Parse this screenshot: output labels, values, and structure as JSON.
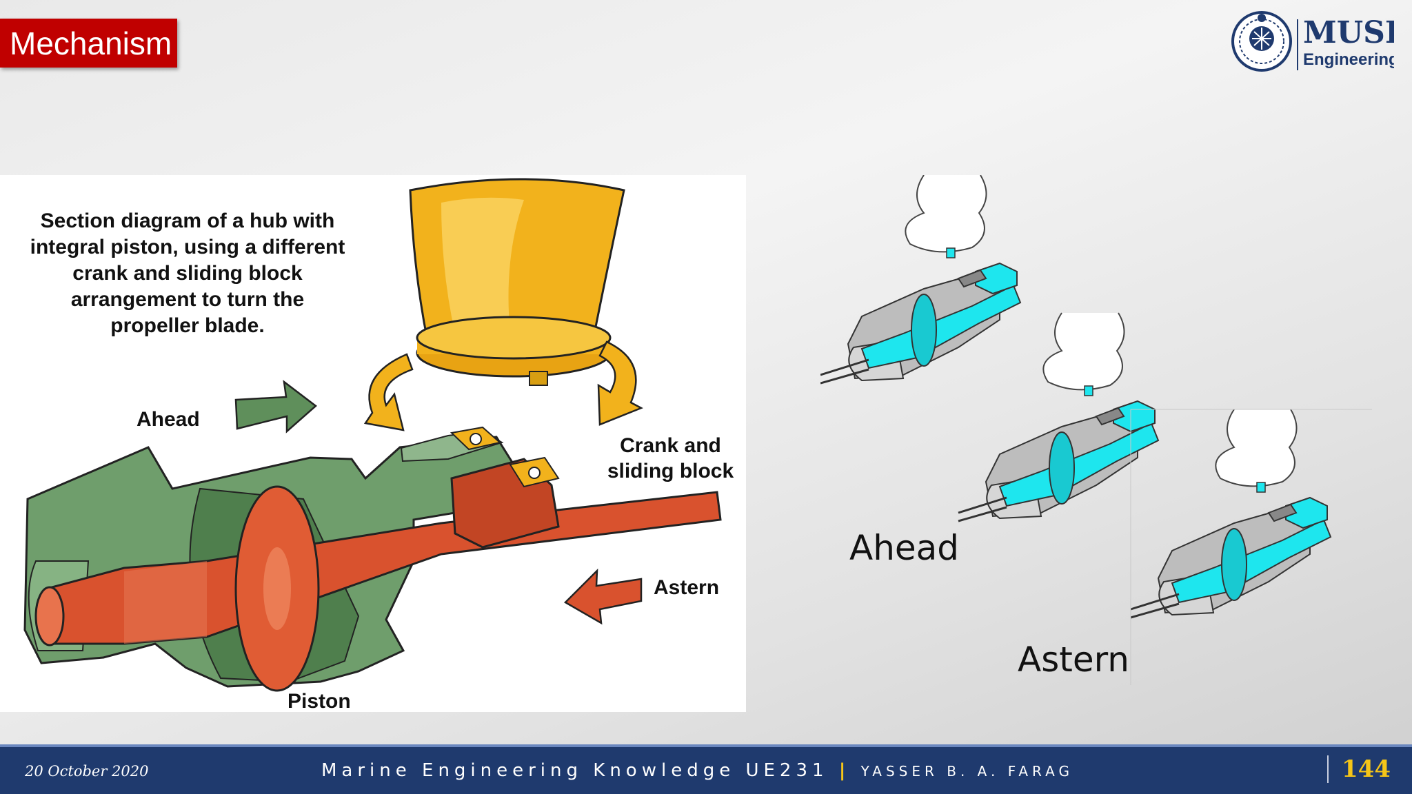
{
  "slide": {
    "title": "Mechanism",
    "logo": {
      "name": "MUSI",
      "subtitle": "Engineering",
      "seal_icon": "university-seal-icon"
    },
    "left_figure": {
      "caption": "Section diagram of a hub with integral piston, using a different crank and sliding block arrangement to turn the propeller blade.",
      "labels": {
        "ahead": "Ahead",
        "crank_line1": "Crank and",
        "crank_line2": "sliding block",
        "astern": "Astern",
        "piston": "Piston"
      },
      "colors": {
        "blade": "#f2b21c",
        "hub_body": "#6f9e6c",
        "piston_rod": "#d9522e"
      }
    },
    "right_figure": {
      "labels": {
        "ahead": "Ahead",
        "astern": "Astern"
      },
      "colors": {
        "piston": "#1ee6ee",
        "housing": "#9a9a9a"
      }
    },
    "footer": {
      "date": "20 October 2020",
      "course": "Marine Engineering Knowledge UE231",
      "separator": "|",
      "author": "YASSER B. A. FARAG",
      "page_number": "144"
    },
    "theme": {
      "title_bg": "#c00000",
      "footer_bg": "#1f3a6e",
      "page_number_color": "#f5c518"
    }
  }
}
